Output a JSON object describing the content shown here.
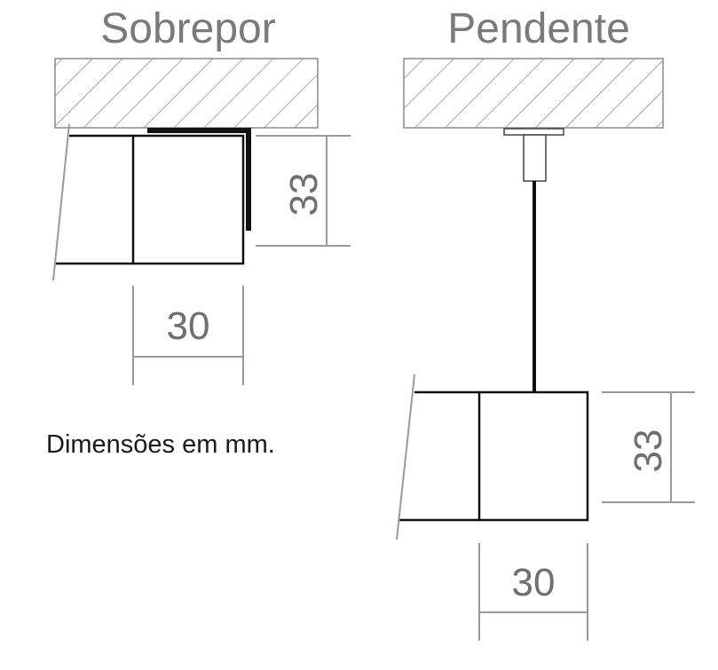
{
  "diagram": {
    "left_panel": {
      "title": "Sobrepor",
      "height_label": "33",
      "width_label": "30"
    },
    "right_panel": {
      "title": "Pendente",
      "height_label": "33",
      "width_label": "30"
    },
    "note": "Dimensões em mm."
  },
  "colors": {
    "label_gray": "#7a7a7a",
    "outline": "#111111",
    "dimension_line": "#9a9a9a"
  }
}
